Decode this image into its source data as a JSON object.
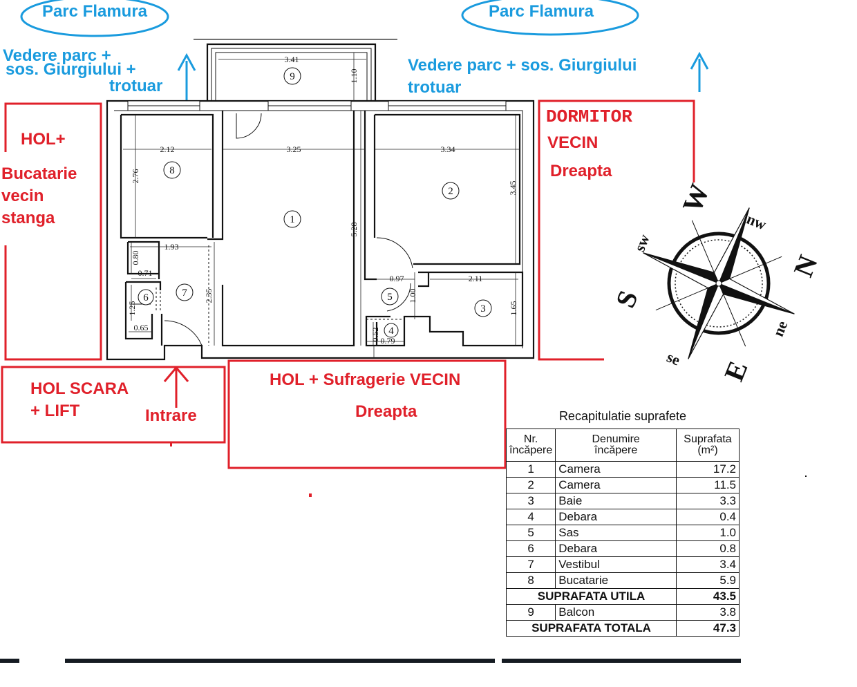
{
  "annotations": {
    "park_left": "Parc Flamura",
    "park_right": "Parc Flamura",
    "view_left_line1": "Vedere parc +",
    "view_left_line2": "sos. Giurgiului +",
    "view_left_line3": "trotuar",
    "view_right_line1": "Vedere parc + sos. Giurgiului",
    "view_right_line2": "trotuar",
    "left_neighbor_line1": "HOL+",
    "left_neighbor_line2": "Bucatarie",
    "left_neighbor_line3": "vecin",
    "left_neighbor_line4": "stanga",
    "right_neighbor_line1": "DORMITOR",
    "right_neighbor_line2": "VECIN",
    "right_neighbor_line3": "Dreapta",
    "stair_line1": "HOL SCARA",
    "stair_line2": "+ LIFT",
    "entrance": "Intrare",
    "bottom_neighbor_line1": "HOL  +   Sufragerie VECIN",
    "bottom_neighbor_line2": "Dreapta"
  },
  "dimensions": {
    "d341": "3.41",
    "d110": "1.10",
    "d212": "2.12",
    "d325": "3.25",
    "d334": "3.34",
    "d276": "2.76",
    "d528": "5.28",
    "d345": "3.45",
    "d193": "1.93",
    "d080": "0.80",
    "d071": "0.71",
    "d125": "1.25",
    "d065": "0.65",
    "d235": "2.35",
    "d097": "0.97",
    "d211": "2.11",
    "d100": "1.00",
    "d165": "1.65",
    "d052": "0.52",
    "d079": "0.79"
  },
  "room_numbers": [
    "1",
    "2",
    "3",
    "4",
    "5",
    "6",
    "7",
    "8",
    "9"
  ],
  "compass": {
    "n": "N",
    "s": "S",
    "e": "E",
    "w": "W",
    "nw": "nw",
    "ne": "ne",
    "sw": "sw",
    "se": "se"
  },
  "summary": {
    "caption": "Recapitulatie suprafete",
    "col_nr_line1": "Nr.",
    "col_nr_line2": "încăpere",
    "col_name_line1": "Denumire",
    "col_name_line2": "încăpere",
    "col_area_line1": "Suprafata",
    "col_area_line2": "(m²)",
    "rows": [
      {
        "nr": "1",
        "name": "Camera",
        "area": "17.2"
      },
      {
        "nr": "2",
        "name": "Camera",
        "area": "11.5"
      },
      {
        "nr": "3",
        "name": "Baie",
        "area": "3.3"
      },
      {
        "nr": "4",
        "name": "Debara",
        "area": "0.4"
      },
      {
        "nr": "5",
        "name": "Sas",
        "area": "1.0"
      },
      {
        "nr": "6",
        "name": "Debara",
        "area": "0.8"
      },
      {
        "nr": "7",
        "name": "Vestibul",
        "area": "3.4"
      },
      {
        "nr": "8",
        "name": "Bucatarie",
        "area": "5.9"
      }
    ],
    "useful_label": "SUPRAFATA UTILA",
    "useful_value": "43.5",
    "balcony": {
      "nr": "9",
      "name": "Balcon",
      "area": "3.8"
    },
    "total_label": "SUPRAFATA TOTALA",
    "total_value": "47.3"
  },
  "colors": {
    "annotation_red": "#e0202a",
    "annotation_blue": "#1a9bde"
  }
}
